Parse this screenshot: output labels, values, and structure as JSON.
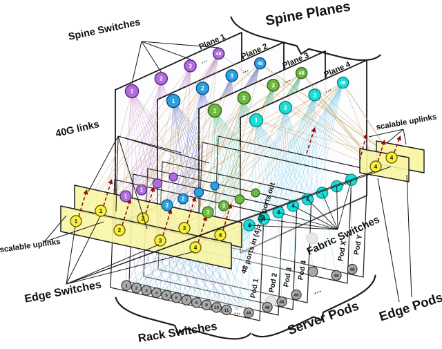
{
  "diagram": {
    "annotations": {
      "spine_planes_title": "Spine Planes",
      "spine_switches": "Spine Switches",
      "forty_g_links": "40G links",
      "scalable_uplinks_left": "scalable uplinks",
      "scalable_uplinks_right": "scalable uplinks",
      "edge_switches": "Edge Switches",
      "rack_switches": "Rack Switches",
      "server_pods": "Server Pods",
      "edge_pods": "Edge Pods",
      "fabric_switches": "Fabric Switches",
      "ports_note": "48 ports in (4)= 48 ports out"
    },
    "spine_planes": [
      {
        "name": "Plane 1",
        "node_labels": [
          "1",
          "2",
          "3",
          "…",
          "48"
        ],
        "node_fill": "#b16edb",
        "node_stroke": "#542c86",
        "fan_color": "#cf9fe2"
      },
      {
        "name": "Plane 2",
        "node_labels": [
          "1",
          "2",
          "3",
          "…",
          "48"
        ],
        "node_fill": "#2aa0e0",
        "node_stroke": "#0c4f86",
        "fan_color": "#7381da"
      },
      {
        "name": "Plane 3",
        "node_labels": [
          "1",
          "2",
          "3",
          "…",
          "48"
        ],
        "node_fill": "#6fb93f",
        "node_stroke": "#2e6b17",
        "fan_color": "#5bc69c"
      },
      {
        "name": "Plane 4",
        "node_labels": [
          "1",
          "2",
          "3",
          "…",
          "48"
        ],
        "node_fill": "#19ded6",
        "node_stroke": "#0b8c8c",
        "fan_color": "#74cdea"
      }
    ],
    "fabric_switch_numbers": [
      "1",
      "2",
      "3",
      "4"
    ],
    "fabric_ellipsis": "…",
    "pods": [
      {
        "name": "Pod 1"
      },
      {
        "name": "Pod 2"
      },
      {
        "name": "Pod 3"
      },
      {
        "name": "Pod 4"
      },
      {
        "name": "Pod X"
      },
      {
        "name": "Pod Y"
      }
    ],
    "pods_ellipsis": "…",
    "rack_switch_labels": [
      "1",
      "2",
      "3",
      "4",
      "5",
      "6",
      "7",
      "8",
      "9",
      "10",
      "11",
      "…",
      "48"
    ],
    "pod_corner_switch_label": "48",
    "edge_switch_labels": [
      "1",
      "2",
      "3",
      "4"
    ],
    "right_edge_switch_label": "4",
    "colors": {
      "link_40g": "#c6a26b",
      "uplink_arrow": "#8e0e0e",
      "edge_plane_fill": "#f8f5a3",
      "edge_node_fill": "#f7ef3e",
      "edge_node_stroke": "#6e6000",
      "rack_node_fill": "#a9a9a9",
      "rack_node_stroke": "#3c3c3c",
      "web_colors": [
        "#c9aee4",
        "#93aee2",
        "#84cbbd",
        "#8fd8ee"
      ]
    }
  }
}
